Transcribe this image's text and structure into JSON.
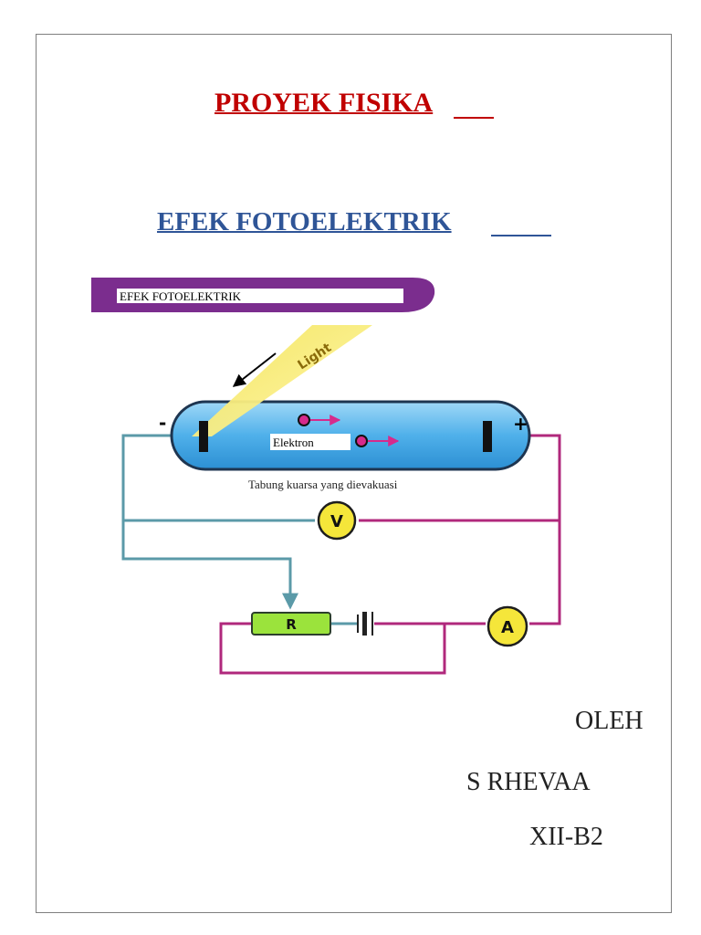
{
  "document": {
    "title": "PROYEK FISIKA",
    "subtitle": "EFEK FOTOELEKTRIK"
  },
  "diagram": {
    "banner_label": "EFEK FOTOELEKTRIK",
    "light_label": "Light",
    "electron_label": "Elektron",
    "tube_caption": "Tabung kuarsa yang dievakuasi",
    "minus_sign": "-",
    "plus_sign": "+",
    "voltmeter_label": "V",
    "ammeter_label": "A",
    "resistor_label": "R",
    "colors": {
      "banner": "#7b2d8e",
      "tube": "#5bb8ec",
      "light_beam": "#f6e96b",
      "wire_left": "#5b9aa8",
      "wire_right": "#b0287c",
      "meter": "#f5e63a",
      "resistor": "#9be33c",
      "electron": "#d62b8c"
    }
  },
  "author": {
    "oleh": "OLEH",
    "name": "S RHEVAA",
    "class": "XII-B2"
  }
}
